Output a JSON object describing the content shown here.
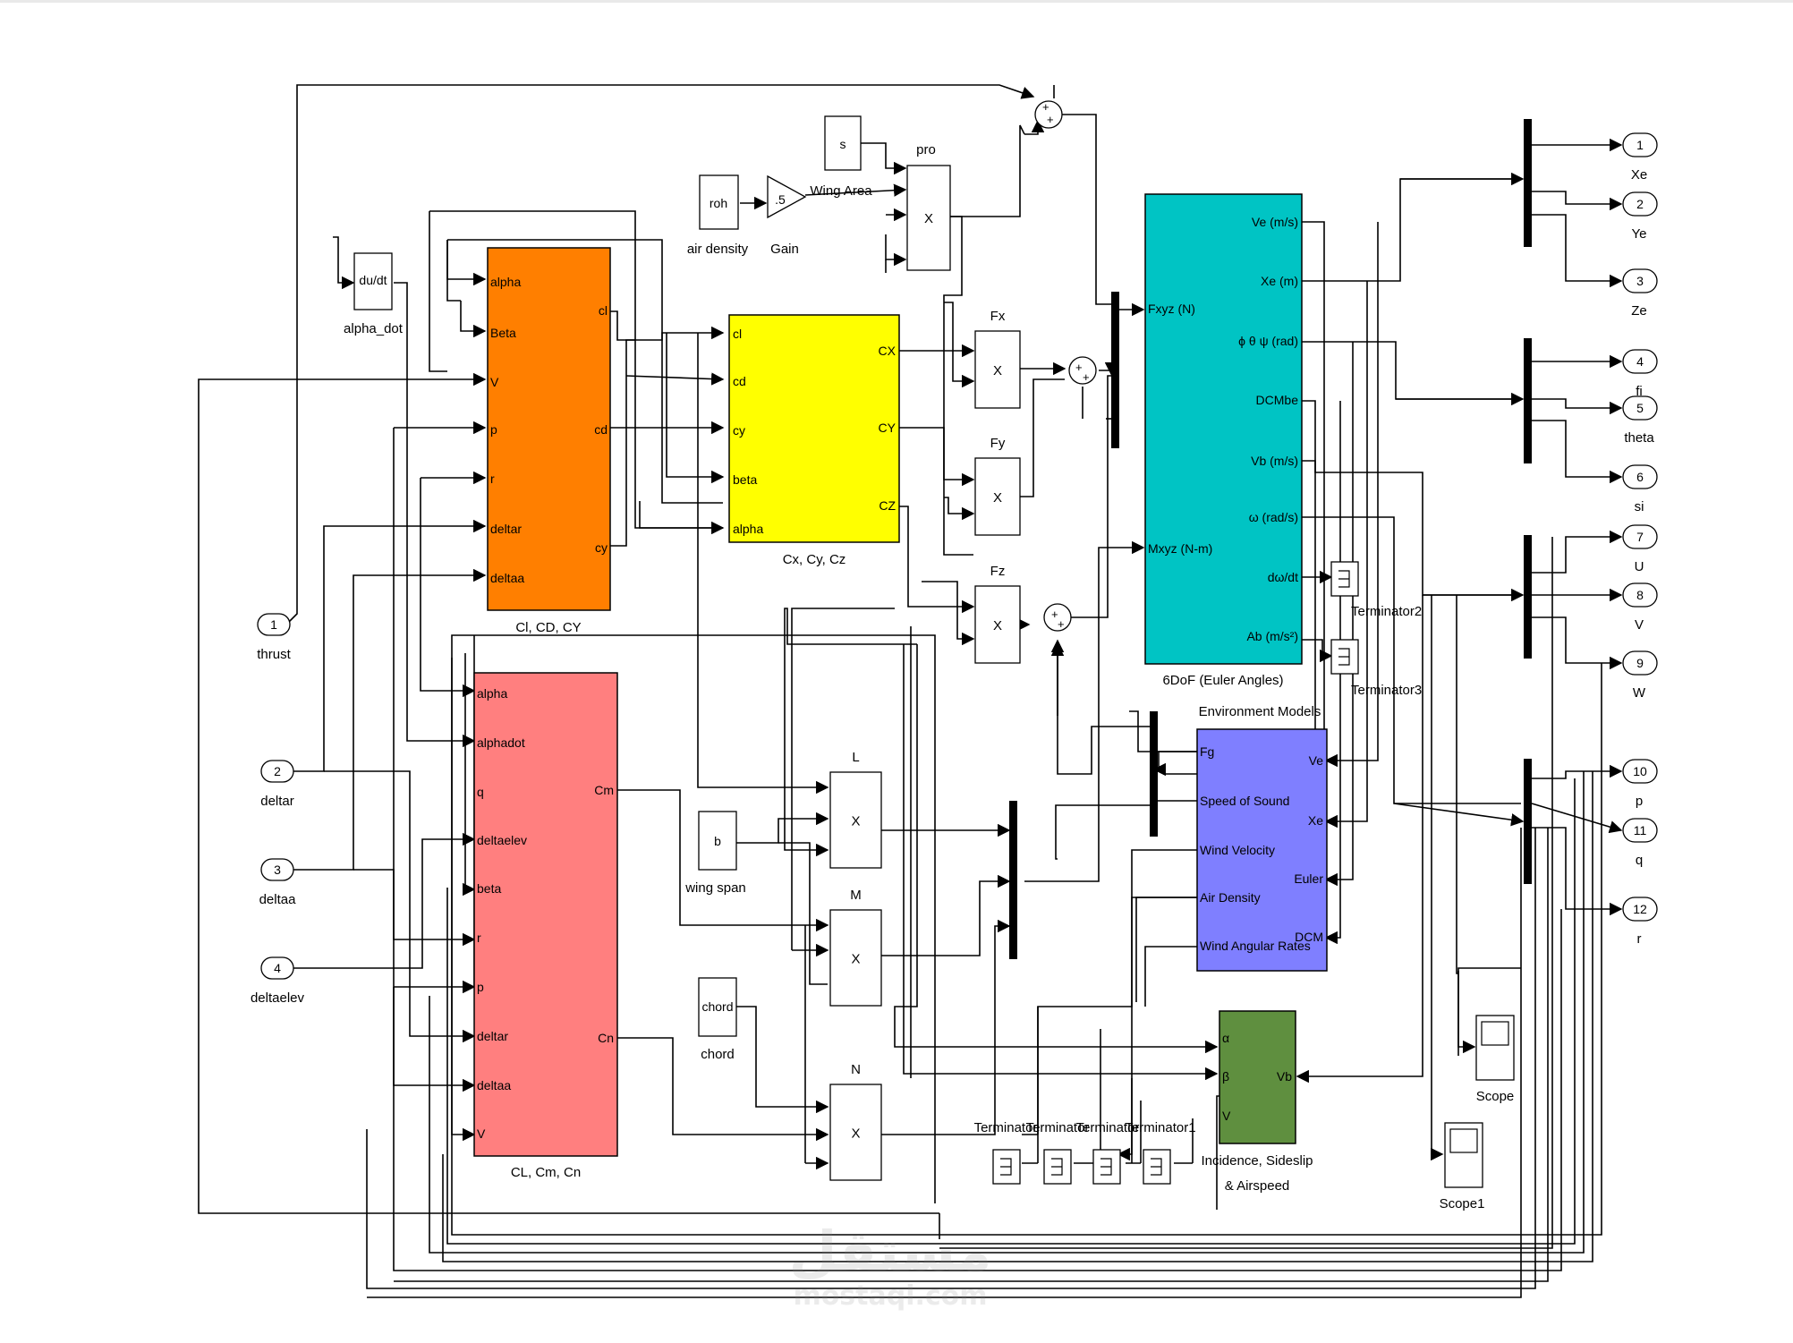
{
  "colors": {
    "coeff_block": "#ff7f00",
    "force_coeff_block": "#ffff00",
    "moment_coeff_block": "#ff7f7f",
    "sixdof_block": "#00c4c4",
    "env_block": "#7f7fff",
    "incidence_block": "#5f8f3f",
    "line": "#000000"
  },
  "inports": [
    {
      "num": "1",
      "name": "thrust"
    },
    {
      "num": "2",
      "name": "deltar"
    },
    {
      "num": "3",
      "name": "deltaa"
    },
    {
      "num": "4",
      "name": "deltaelev"
    }
  ],
  "outports": [
    {
      "num": "1",
      "name": "Xe"
    },
    {
      "num": "2",
      "name": "Ye"
    },
    {
      "num": "3",
      "name": "Ze"
    },
    {
      "num": "4",
      "name": "fi"
    },
    {
      "num": "5",
      "name": "theta"
    },
    {
      "num": "6",
      "name": "si"
    },
    {
      "num": "7",
      "name": "U"
    },
    {
      "num": "8",
      "name": "V"
    },
    {
      "num": "9",
      "name": "W"
    },
    {
      "num": "10",
      "name": "p"
    },
    {
      "num": "11",
      "name": "q"
    },
    {
      "num": "12",
      "name": "r"
    }
  ],
  "constants": {
    "s": "s",
    "roh": "roh",
    "roh_caption": "air density",
    "gain": ".5",
    "gain_caption": "Gain",
    "wing_area": "Wing Area",
    "pro": "pro",
    "b": "b",
    "b_caption": "wing span",
    "chord": "chord",
    "chord_caption": "chord"
  },
  "derivative": {
    "text": "du/dt",
    "caption": "alpha_dot"
  },
  "blocks": {
    "cl_cd_cy": {
      "caption": "Cl, CD, CY",
      "inputs": [
        "alpha",
        "Beta",
        "V",
        "p",
        "r",
        "deltar",
        "deltaa"
      ],
      "outputs": [
        "cl",
        "cd",
        "cy"
      ]
    },
    "cx_cy_cz": {
      "caption": "Cx, Cy, Cz",
      "inputs": [
        "cl",
        "cd",
        "cy",
        "beta",
        "alpha"
      ],
      "outputs": [
        "CX",
        "CY",
        "CZ"
      ]
    },
    "cl_cm_cn": {
      "caption": "CL, Cm, Cn",
      "inputs": [
        "alpha",
        "alphadot",
        "q",
        "deltaelev",
        "beta",
        "r",
        "p",
        "deltar",
        "deltaa",
        "V"
      ],
      "outputs": [
        "Cm",
        "Cn"
      ]
    },
    "sixdof": {
      "caption": "6DoF (Euler Angles)",
      "inputs": [
        "Fxyz (N)",
        "Mxyz (N-m)"
      ],
      "outputs": [
        "Ve (m/s)",
        "Xe (m)",
        "ϕ θ ψ (rad)",
        "DCMbe",
        "Vb (m/s)",
        "ω (rad/s)",
        "dω/dt",
        "Ab (m/s²)"
      ]
    },
    "environment": {
      "caption": "Environment Models",
      "outputs": [
        "Fg",
        "Speed of Sound",
        "Wind Velocity",
        "Air Density",
        "Wind Angular Rates"
      ],
      "inputs": [
        "Ve",
        "Xe",
        "Euler",
        "DCM"
      ]
    },
    "incidence": {
      "caption_line1": "Incidence, Sideslip",
      "caption_line2": "& Airspeed",
      "outputs": [
        "α",
        "β",
        "V"
      ],
      "input": "Vb"
    }
  },
  "products": [
    "Fx",
    "Fy",
    "Fz",
    "L",
    "M",
    "N"
  ],
  "product_symbol": "X",
  "terminators": [
    "Terminator2",
    "Terminator3",
    "Terminator",
    "Terminator",
    "Terminator",
    "Terminator1"
  ],
  "scopes": [
    "Scope",
    "Scope1"
  ],
  "watermark": {
    "arabic": "مستقل",
    "latin": "mostaql.com"
  }
}
